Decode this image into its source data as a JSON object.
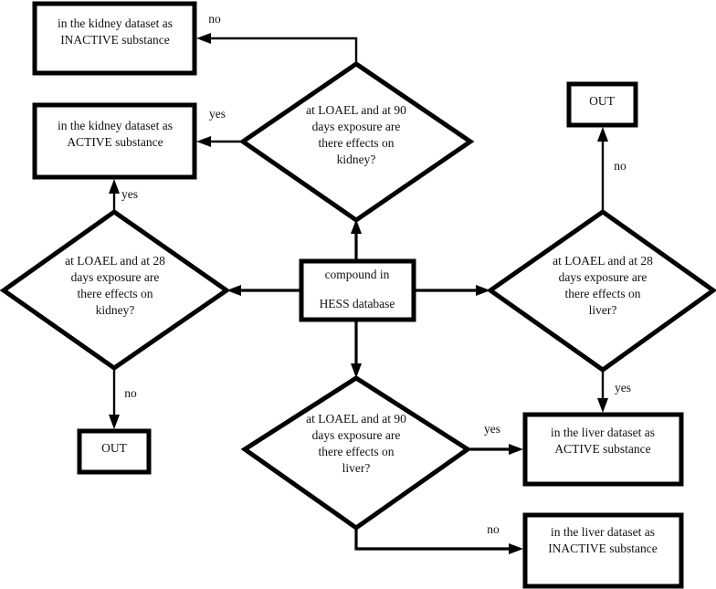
{
  "diagram": {
    "title": "HESS database liver and kidney dataset classification flowchart",
    "background_color": "#ffffff",
    "line_color": "#000000",
    "text_color": "#111111"
  },
  "nodes": {
    "start": {
      "shape": "rectangle",
      "lines": [
        "compound in",
        "HESS database"
      ]
    },
    "kidney_inactive": {
      "shape": "rectangle",
      "lines": [
        "in the kidney dataset as",
        "INACTIVE substance"
      ]
    },
    "kidney_active": {
      "shape": "rectangle",
      "lines": [
        "in the kidney  dataset as",
        "ACTIVE substance"
      ]
    },
    "liver_active": {
      "shape": "rectangle",
      "lines": [
        "in the liver dataset as",
        "ACTIVE substance"
      ]
    },
    "liver_inactive": {
      "shape": "rectangle",
      "lines": [
        "in the liver dataset as",
        "INACTIVE substance"
      ]
    },
    "out_top_right": {
      "shape": "rectangle",
      "lines": [
        "OUT"
      ]
    },
    "out_bottom_left": {
      "shape": "rectangle",
      "lines": [
        "OUT"
      ]
    },
    "kidney_90": {
      "shape": "diamond",
      "lines": [
        "at LOAEL and at 90",
        "days exposure are",
        "there effects on",
        "kidney?"
      ]
    },
    "kidney_28": {
      "shape": "diamond",
      "lines": [
        "at LOAEL and at 28",
        "days exposure are",
        "there effects on",
        "kidney?"
      ]
    },
    "liver_28": {
      "shape": "diamond",
      "lines": [
        "at LOAEL and at 28",
        "days exposure are",
        "there effects on",
        "liver?"
      ]
    },
    "liver_90": {
      "shape": "diamond",
      "lines": [
        "at LOAEL and at 90",
        "days exposure are",
        "there effects on",
        "liver?"
      ]
    }
  },
  "edge_labels": {
    "kidney90_no": "no",
    "kidney90_yes": "yes",
    "kidney28_yes": "yes",
    "kidney28_no": "no",
    "liver28_no": "no",
    "liver28_yes": "yes",
    "liver90_yes": "yes",
    "liver90_no": "no"
  }
}
